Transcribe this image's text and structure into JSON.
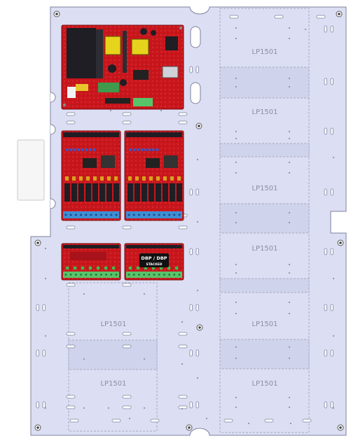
{
  "colors": {
    "plate": "#dcdff3",
    "plate_edge": "#7e829c",
    "zone_edge": "#a7aac2",
    "board_red": "#c8161c",
    "board_dark": "#8e1014",
    "terminal_blue": "#3d8fd6",
    "terminal_green": "#58c46a",
    "relay_black": "#1e1e24",
    "label_gray": "#8a8ca8"
  },
  "plate": {
    "zones_right": [
      {
        "label": "LP1501"
      },
      {
        "label": "LP1501"
      },
      {
        "label": "LP1501"
      },
      {
        "label": "LP1501"
      },
      {
        "label": "LP1501"
      },
      {
        "label": "LP1501"
      }
    ],
    "zones_left": [
      {
        "label": "LP1501"
      },
      {
        "label": "LP1501"
      }
    ]
  },
  "boards": {
    "stacked_badge": {
      "line1": "DBP / DBP",
      "line2": "STACKED"
    }
  },
  "icons": {
    "mount_hole": "hole-icon",
    "slot": "slot-icon",
    "screw": "screw-icon"
  }
}
